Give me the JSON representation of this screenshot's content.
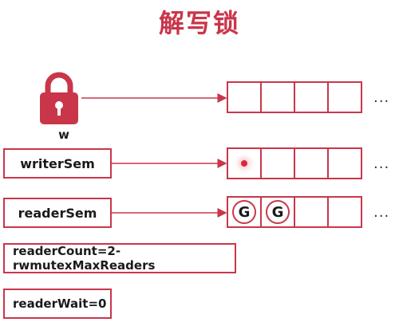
{
  "title": "解写锁",
  "lock": {
    "label": "w",
    "icon": "lock-icon",
    "color": "#c9364a"
  },
  "fields": {
    "writer_sem": "writerSem",
    "reader_sem": "readerSem",
    "reader_count": "readerCount=2-rwmutexMaxReaders",
    "reader_wait": "readerWait=0"
  },
  "queues": {
    "w_queue": {
      "cells": [
        "",
        "",
        "",
        ""
      ],
      "more": "..."
    },
    "writer_queue": {
      "cells": [
        "dot",
        "",
        "",
        ""
      ],
      "more": "..."
    },
    "reader_queue": {
      "cells": [
        "G",
        "G",
        "",
        ""
      ],
      "more": "..."
    }
  },
  "colors": {
    "accent": "#c9364a",
    "dot": "#d9263a"
  }
}
